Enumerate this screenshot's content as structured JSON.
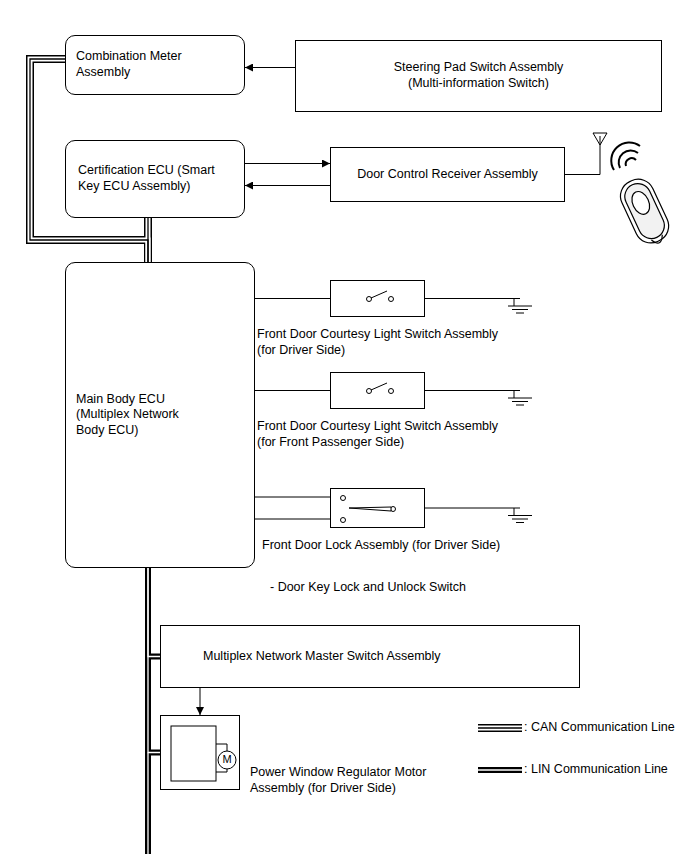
{
  "diagram": {
    "nodes": [
      {
        "text": [
          "Combination Meter Assembly"
        ]
      },
      {
        "text": [
          "Steering Pad Switch Assembly",
          "(Multi-information Switch)"
        ]
      },
      {
        "text": [
          "Certification ECU (Smart Key ECU Assembly)"
        ]
      },
      {
        "text": [
          "Door Control Receiver Assembly"
        ]
      },
      {
        "text": [
          "Main Body ECU (Multiplex Network Body ECU)"
        ]
      },
      {
        "text": [
          "Front Door Courtesy Light Switch Assembly (for Driver Side)"
        ]
      },
      {
        "text": [
          "Front Door Courtesy Light Switch Assembly (for Front Passenger Side)"
        ]
      },
      {
        "text": [
          "Front Door Lock Assembly (for Driver Side)",
          "- Door Key Lock and Unlock Switch"
        ]
      },
      {
        "text": [
          "Multiplex Network Master Switch Assembly"
        ]
      },
      {
        "text": [
          "Power Window Regulator Motor Assembly (for Driver Side)"
        ]
      }
    ],
    "edges": [
      {
        "from": 1,
        "to": 0,
        "arrow": "to"
      },
      {
        "from": 2,
        "to": 3,
        "arrow": "to"
      },
      {
        "from": 3,
        "to": 2,
        "arrow": "to"
      },
      {
        "from": 0,
        "to": 4,
        "arrow": "none"
      },
      {
        "from": 2,
        "to": 4,
        "arrow": "none"
      },
      {
        "from": 4,
        "to": 5,
        "arrow": "none"
      },
      {
        "from": 4,
        "to": 6,
        "arrow": "none"
      },
      {
        "from": 4,
        "to": 7,
        "arrow": "none"
      },
      {
        "from": 4,
        "to": 7,
        "arrow": "none"
      },
      {
        "from": 4,
        "to": 8,
        "arrow": "none"
      },
      {
        "from": 4,
        "to": 9,
        "arrow": "none"
      },
      {
        "from": 8,
        "to": 9,
        "arrow": "to"
      }
    ],
    "labels": [
      "M"
    ],
    "legend": [
      {
        "text": ": CAN Communication Line"
      },
      {
        "text": ": LIN Communication Line"
      }
    ]
  }
}
